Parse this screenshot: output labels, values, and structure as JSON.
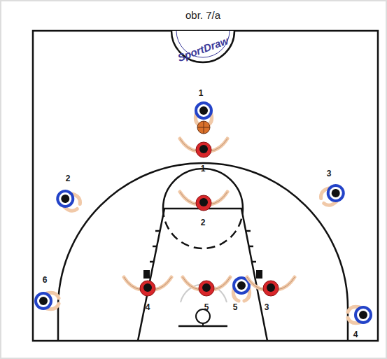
{
  "diagram": {
    "title": "obr. 7/a",
    "labels": [
      "SportDraw",
      "1",
      "1",
      "2",
      "3",
      "2",
      "6",
      "4",
      "5",
      "5",
      "3",
      "4"
    ]
  }
}
